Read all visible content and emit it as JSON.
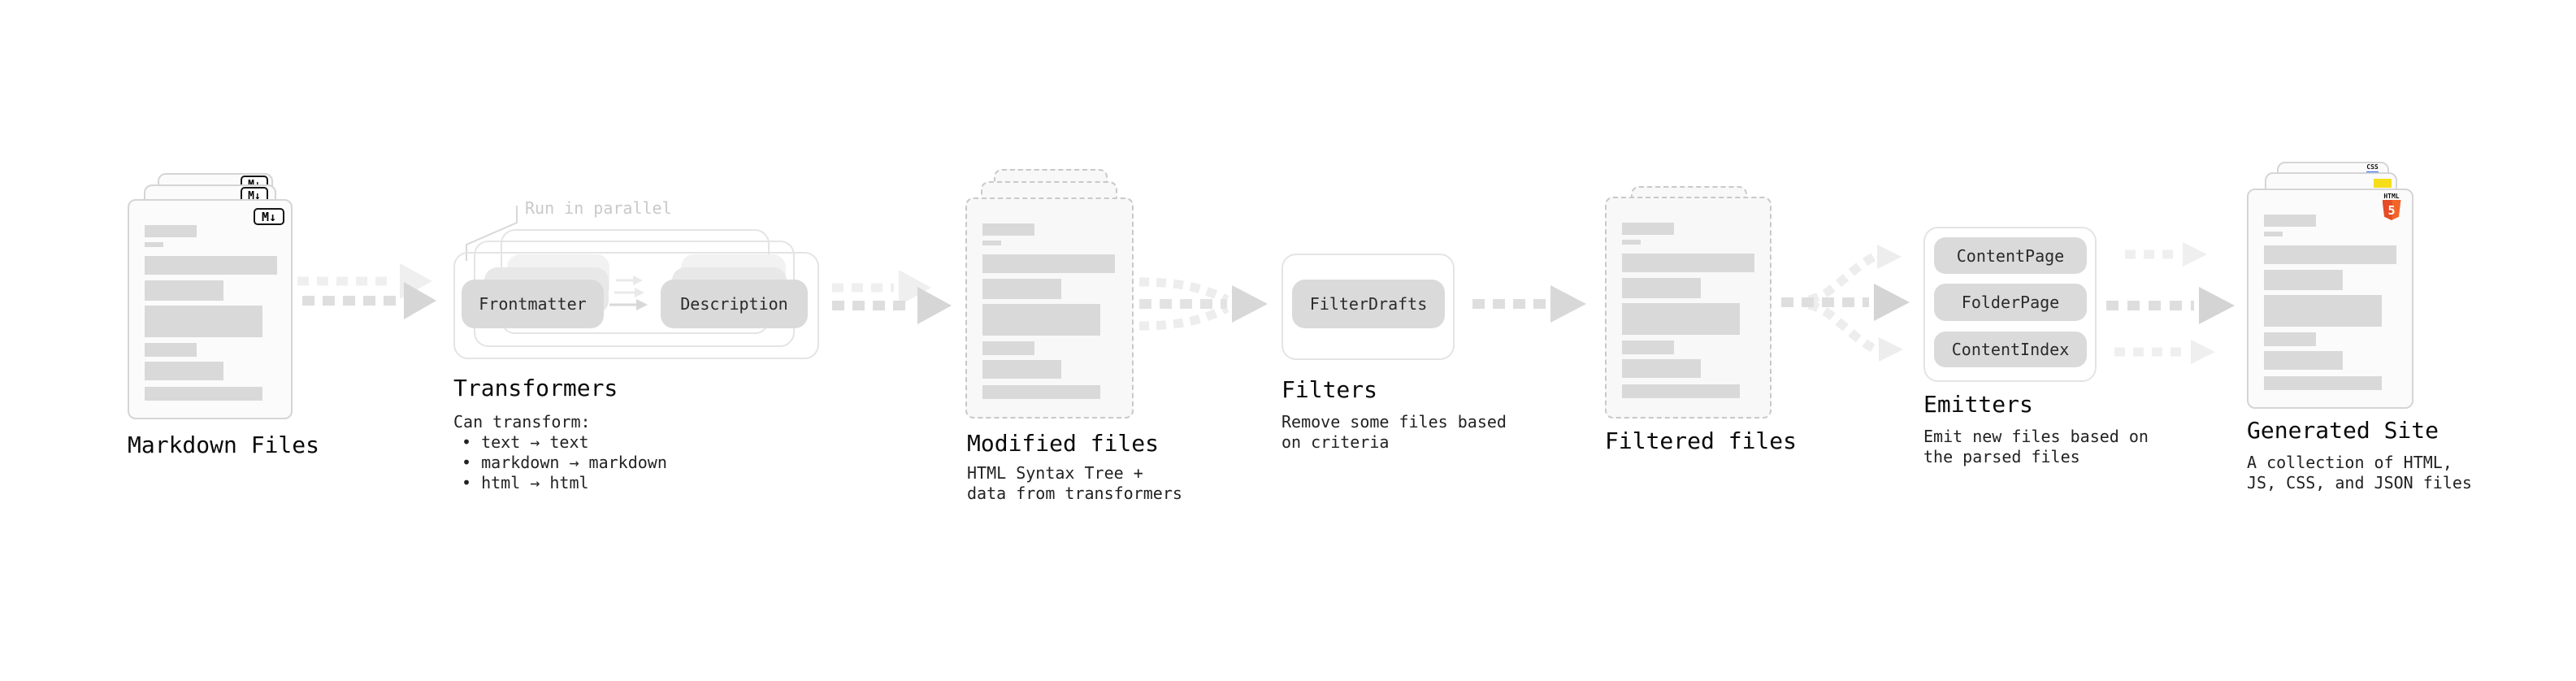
{
  "diagram": {
    "stages": {
      "markdown": {
        "title": "Markdown Files",
        "file_badge": "M↓"
      },
      "transformers": {
        "title": "Transformers",
        "note": "Run in parallel",
        "box_left": "Frontmatter",
        "box_right": "Description",
        "desc": [
          "Can transform:",
          "• text → text",
          "• markdown → markdown",
          "• html → html"
        ]
      },
      "modified": {
        "title": "Modified files",
        "desc": [
          "HTML Syntax Tree +",
          "data from transformers"
        ]
      },
      "filters": {
        "title": "Filters",
        "box": "FilterDrafts",
        "desc": [
          "Remove some files based",
          "on criteria"
        ]
      },
      "filtered": {
        "title": "Filtered files"
      },
      "emitters": {
        "title": "Emitters",
        "boxes": [
          "ContentPage",
          "FolderPage",
          "ContentIndex"
        ],
        "desc": [
          "Emit new files based on",
          "the parsed files"
        ]
      },
      "generated": {
        "title": "Generated Site",
        "desc": [
          "A collection of HTML,",
          "JS, CSS, and JSON files"
        ],
        "html5_badge": {
          "label": "HTML",
          "number": "5"
        },
        "css_badge": "CSS"
      }
    },
    "colors": {
      "html5_orange": "#e44d26",
      "js_yellow": "#f5de19",
      "css_blue": "#2c65f1",
      "arrow_dark": "#d6d6d6",
      "arrow_light": "#efefef"
    }
  }
}
